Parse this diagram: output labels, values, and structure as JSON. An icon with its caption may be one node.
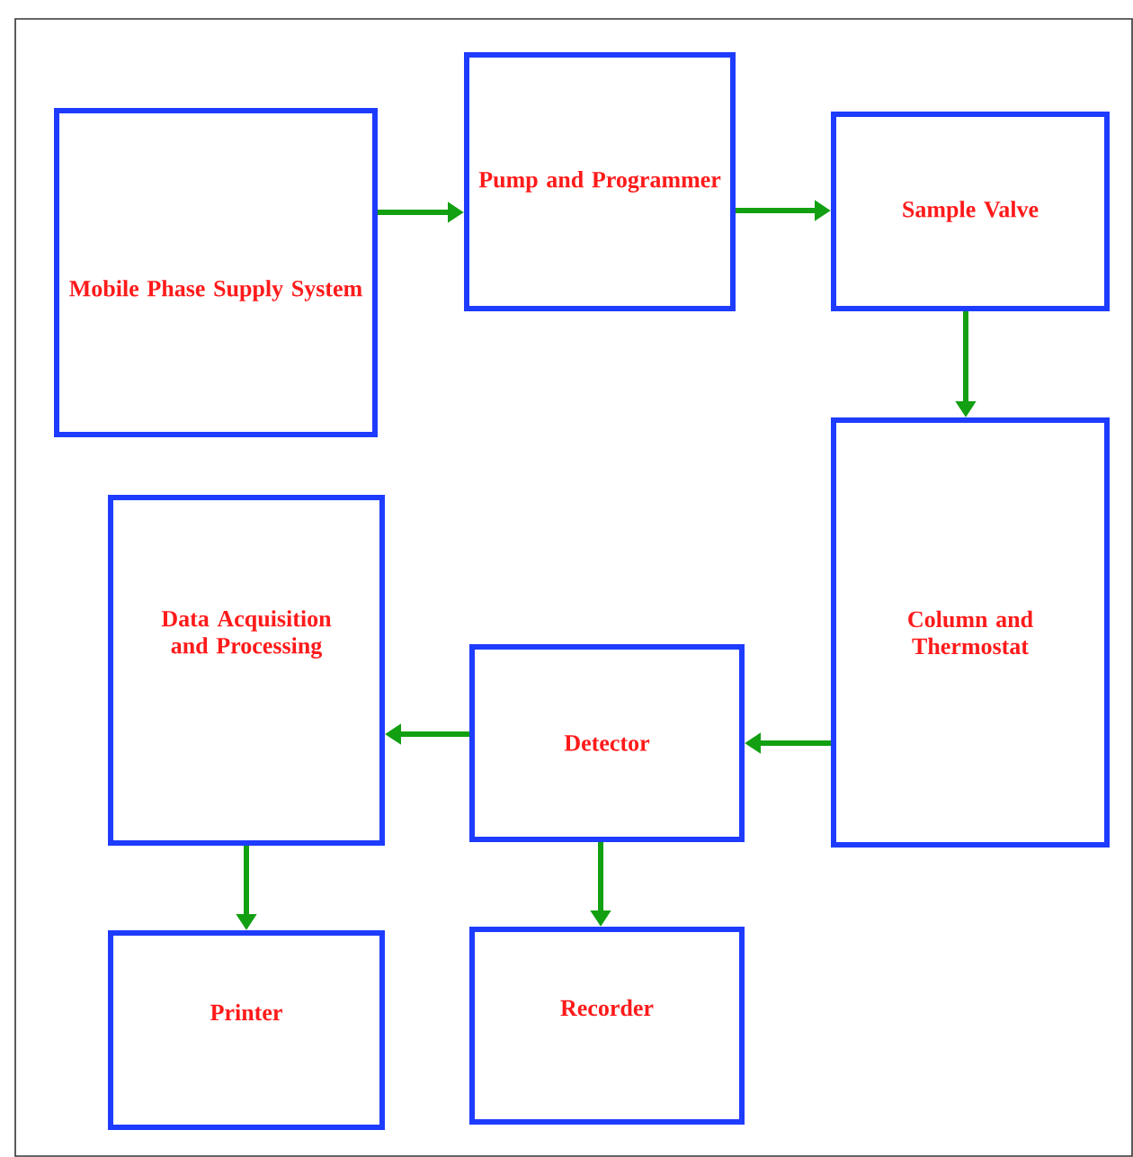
{
  "diagram": {
    "nodes": [
      {
        "text": [
          "Mobile Phase Supply System"
        ]
      },
      {
        "text": [
          "Pump and Programmer"
        ]
      },
      {
        "text": [
          "Sample Valve"
        ]
      },
      {
        "text": [
          "Column and Thermostat"
        ]
      },
      {
        "text": [
          "Data Acquisition and Processing"
        ]
      },
      {
        "text": [
          "Detector"
        ]
      },
      {
        "text": [
          "Printer"
        ]
      },
      {
        "text": [
          "Recorder"
        ]
      }
    ],
    "edges": [
      {
        "from": 0,
        "to": 1,
        "arrow": "to"
      },
      {
        "from": 1,
        "to": 2,
        "arrow": "to"
      },
      {
        "from": 2,
        "to": 3,
        "arrow": "to"
      },
      {
        "from": 3,
        "to": 5,
        "arrow": "to"
      },
      {
        "from": 5,
        "to": 4,
        "arrow": "to"
      },
      {
        "from": 4,
        "to": 6,
        "arrow": "to"
      },
      {
        "from": 5,
        "to": 7,
        "arrow": "to"
      }
    ]
  }
}
